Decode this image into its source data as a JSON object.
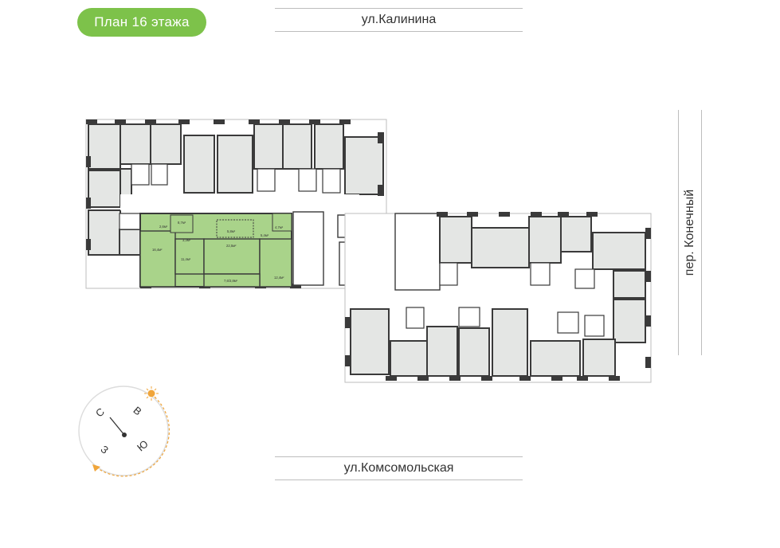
{
  "header": {
    "title": "План 16 этажа"
  },
  "streets": {
    "north": "ул.Калинина",
    "south": "ул.Комсомольская",
    "east": "пер. Конечный"
  },
  "compass": {
    "north": "С",
    "east": "В",
    "south": "Ю",
    "west": "З"
  },
  "highlighted_unit": {
    "rooms": [
      {
        "area": "2,6м²"
      },
      {
        "area": "8,7м²"
      },
      {
        "area": "3,3м²"
      },
      {
        "area": "5,8м²"
      },
      {
        "area": "4,7м²"
      },
      {
        "area": "5,4м²"
      },
      {
        "area": "22,5м²"
      },
      {
        "area": "16,4м²"
      },
      {
        "area": "11,4м²"
      },
      {
        "area": "7,6/3,8м²"
      },
      {
        "area": "12,4м²"
      }
    ]
  },
  "colors": {
    "badge": "#7dc24a",
    "highlight": "#a9d38a",
    "room_fill": "#e4e6e4",
    "wall": "#3a3a3a",
    "sun": "#f0a53a"
  }
}
